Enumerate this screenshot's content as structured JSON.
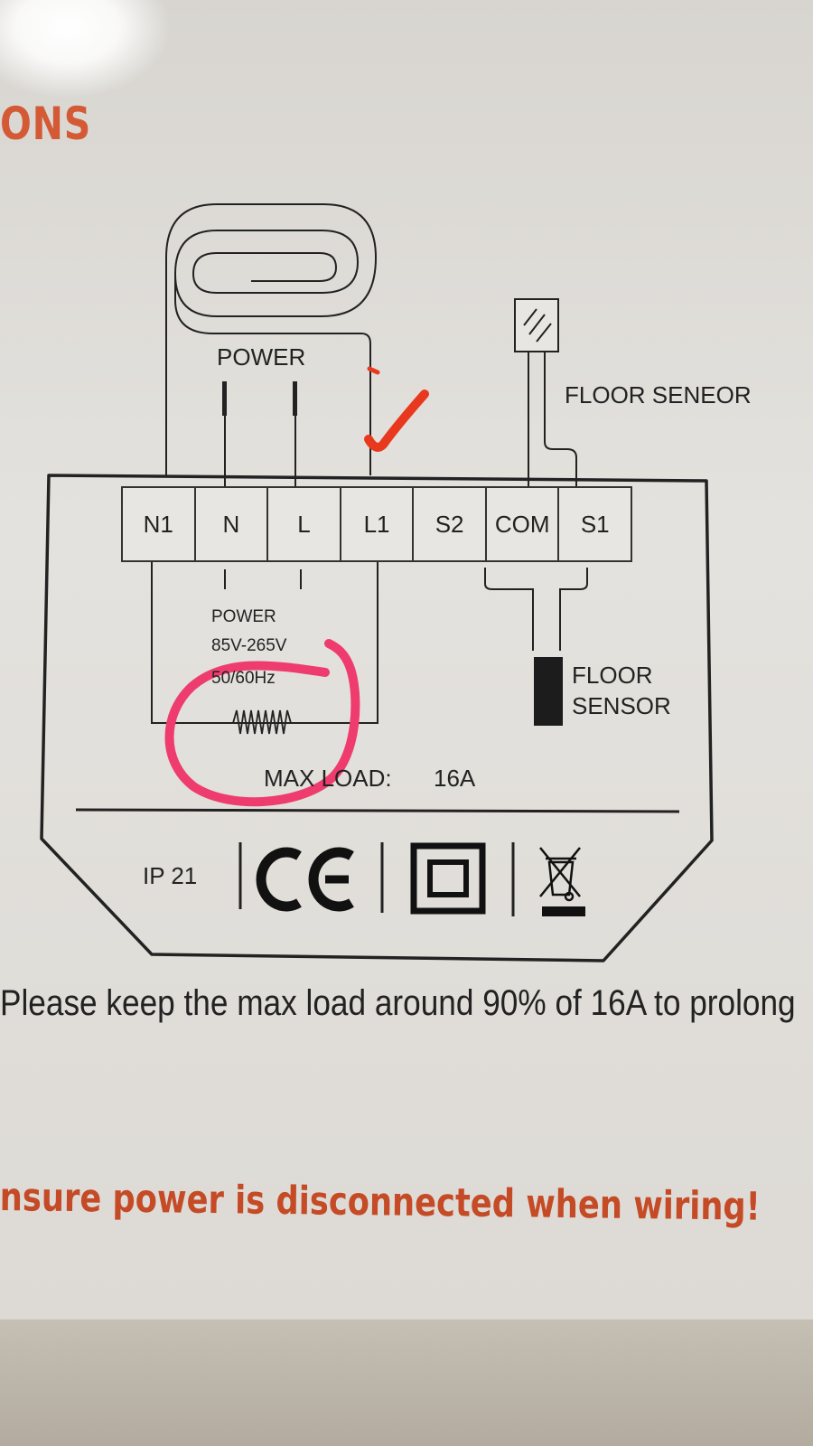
{
  "heading": "ONS",
  "top_power_label": "POWER",
  "floor_seneor_label": "FLOOR SENEOR",
  "terminals": [
    "N1",
    "N",
    "L",
    "L1",
    "S2",
    "COM",
    "S1"
  ],
  "inner_power": "POWER",
  "voltage": "85V-265V",
  "frequency": "50/60Hz",
  "floor_sensor_label": [
    "FLOOR",
    "SENSOR"
  ],
  "max_load_label": "MAX LOAD:",
  "max_load_value": "16A",
  "ip_rating": "IP 21",
  "ce_mark": "CE",
  "note": "Please keep the max load around 90% of 16A to prolong",
  "warning": "nsure power is disconnected when wiring!",
  "colors": {
    "heading": "#d45a35",
    "warning": "#c54a26",
    "annotation_pink": "#ee3c6e",
    "annotation_red": "#e8391e",
    "line": "#222222"
  },
  "icons": [
    "heating-coil-icon",
    "sensor-probe-icon",
    "resistor-icon",
    "ce-mark-icon",
    "double-insulation-icon",
    "weee-bin-icon"
  ]
}
